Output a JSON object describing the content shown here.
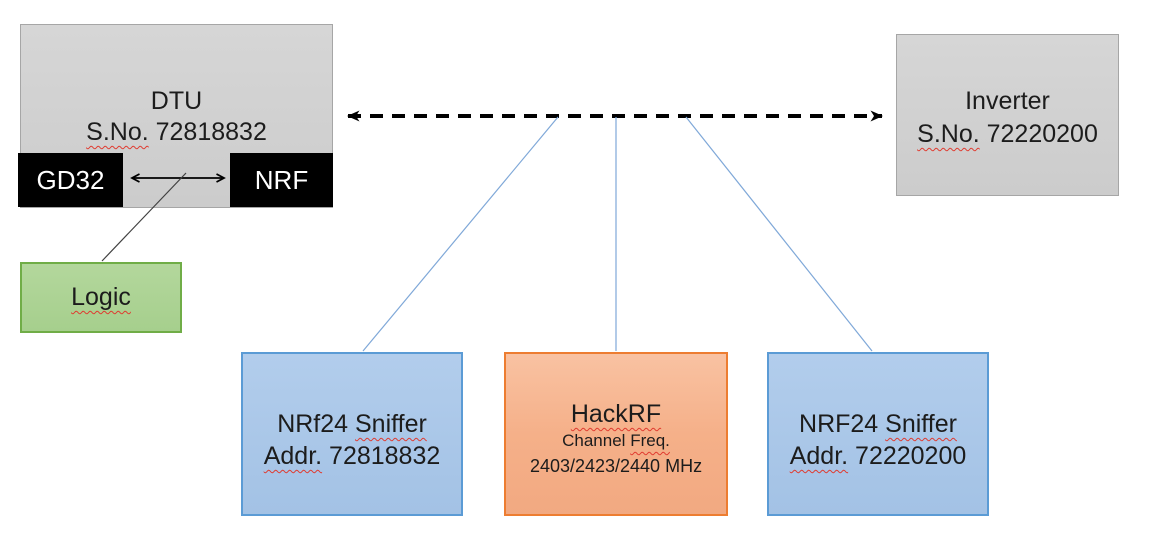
{
  "dtu": {
    "name": "DTU",
    "sno_label": "S.No.",
    "sno_value": " 72818832",
    "gd32_chip": "GD32",
    "nrf_chip": "NRF"
  },
  "logic": {
    "label": "Logic"
  },
  "inverter": {
    "name": "Inverter",
    "sno_label": "S.No.",
    "sno_value": " 72220200"
  },
  "sniffer_left": {
    "model": "NRf24 ",
    "type_word": "Sniffer",
    "addr_label": "Addr.",
    "addr_value": " 72818832"
  },
  "hackrf": {
    "name": "HackRF",
    "channel_prefix": "Channel ",
    "channel_word": "Freq.",
    "frequencies": "2403/2423/2440 MHz"
  },
  "sniffer_right": {
    "model": "NRF24 ",
    "type_word": "Sniffer",
    "addr_label": "Addr.",
    "addr_value": " 72220200"
  },
  "colors": {
    "gray_fill_top": "#d6d6d6",
    "gray_fill": "#cccccc",
    "gray_border": "#a6a6a6",
    "chip_fill": "#000000",
    "green_fill_top": "#b3d79c",
    "green_fill": "#a6cf8d",
    "green_border": "#70ad47",
    "blue_fill_top": "#b2cdec",
    "blue_fill": "#a3c2e5",
    "blue_border": "#5b9bd5",
    "orange_fill_top": "#f9c2a2",
    "orange_fill": "#f5b089",
    "orange_fill_bot": "#f2a981",
    "orange_border": "#ed7d31",
    "connector_blue": "#7fa8d8",
    "arrow_black": "#000000",
    "line_dark": "#404040",
    "squiggle_red": "#e03a2f"
  }
}
